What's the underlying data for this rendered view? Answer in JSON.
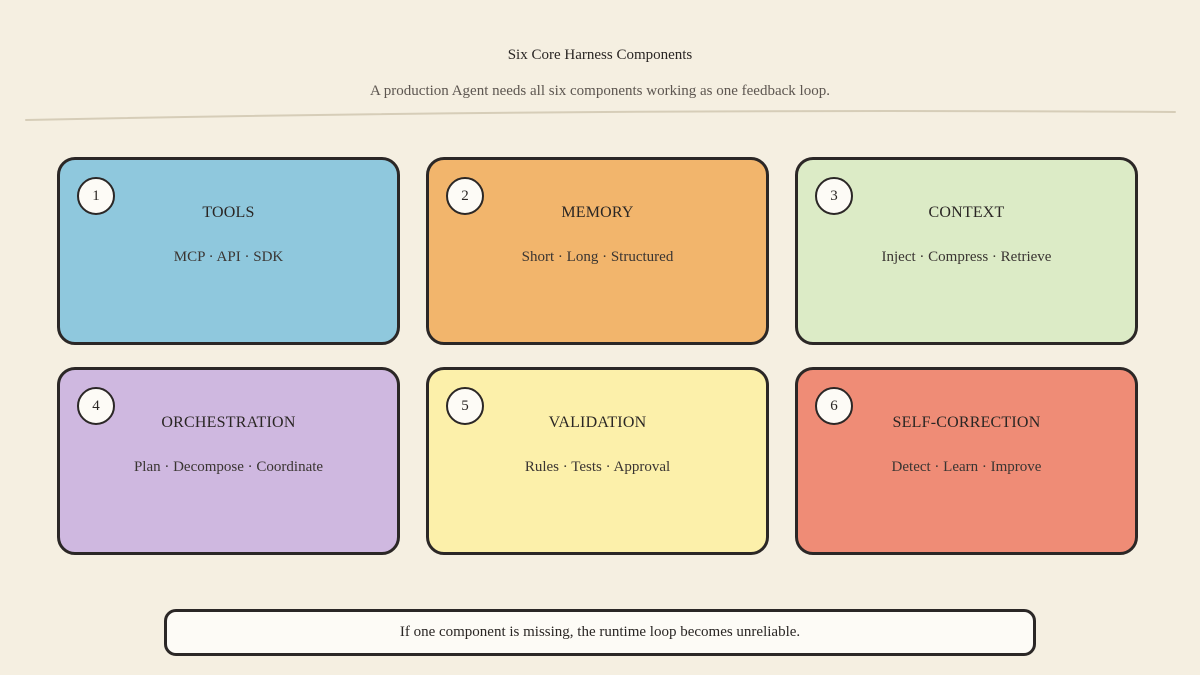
{
  "header": {
    "title": "Six Core Harness Components",
    "subtitle": "A production Agent needs all six components working as one feedback loop."
  },
  "components": [
    {
      "number": "1",
      "title": "TOOLS",
      "subtitle": "MCP · API · SDK",
      "color": "#8fc8dd"
    },
    {
      "number": "2",
      "title": "MEMORY",
      "subtitle": "Short · Long · Structured",
      "color": "#f2b56c"
    },
    {
      "number": "3",
      "title": "CONTEXT",
      "subtitle": "Inject · Compress · Retrieve",
      "color": "#dcebc6"
    },
    {
      "number": "4",
      "title": "ORCHESTRATION",
      "subtitle": "Plan · Decompose · Coordinate",
      "color": "#cfb8e0"
    },
    {
      "number": "5",
      "title": "VALIDATION",
      "subtitle": "Rules · Tests · Approval",
      "color": "#fcf0aa"
    },
    {
      "number": "6",
      "title": "SELF-CORRECTION",
      "subtitle": "Detect · Learn · Improve",
      "color": "#ef8c76"
    }
  ],
  "footer": {
    "note": "If one component is missing, the runtime loop becomes unreliable."
  }
}
